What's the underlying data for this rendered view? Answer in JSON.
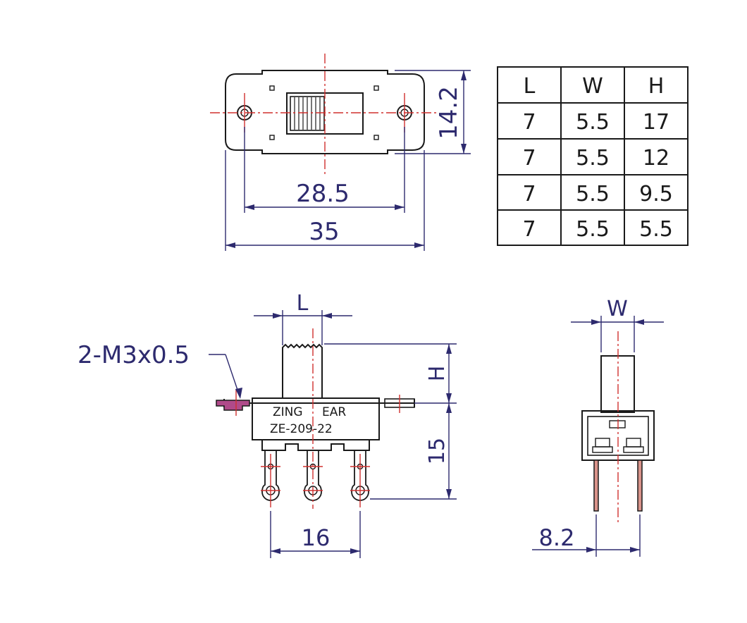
{
  "colors": {
    "outline": "#1a1a1a",
    "dimension": "#2d2a6e",
    "centerline": "#d0302f",
    "thread_mark": "#8a2a6a"
  },
  "top_view": {
    "dim_hole_spacing": "28.5",
    "dim_overall_width": "35",
    "dim_height": "14.2"
  },
  "table": {
    "headers": [
      "L",
      "W",
      "H"
    ],
    "rows": [
      [
        "7",
        "5.5",
        "17"
      ],
      [
        "7",
        "5.5",
        "12"
      ],
      [
        "7",
        "5.5",
        "9.5"
      ],
      [
        "7",
        "5.5",
        "5.5"
      ]
    ]
  },
  "front_view": {
    "dim_L": "L",
    "dim_H": "H",
    "dim_body": "15",
    "dim_pin_spacing": "16",
    "thread_callout": "2-M3x0.5",
    "body_mark_line1_a": "ZING",
    "body_mark_line1_b": "EAR",
    "body_mark_line2": "ZE-209-22"
  },
  "side_view": {
    "dim_W": "W",
    "dim_pin_row": "8.2"
  }
}
